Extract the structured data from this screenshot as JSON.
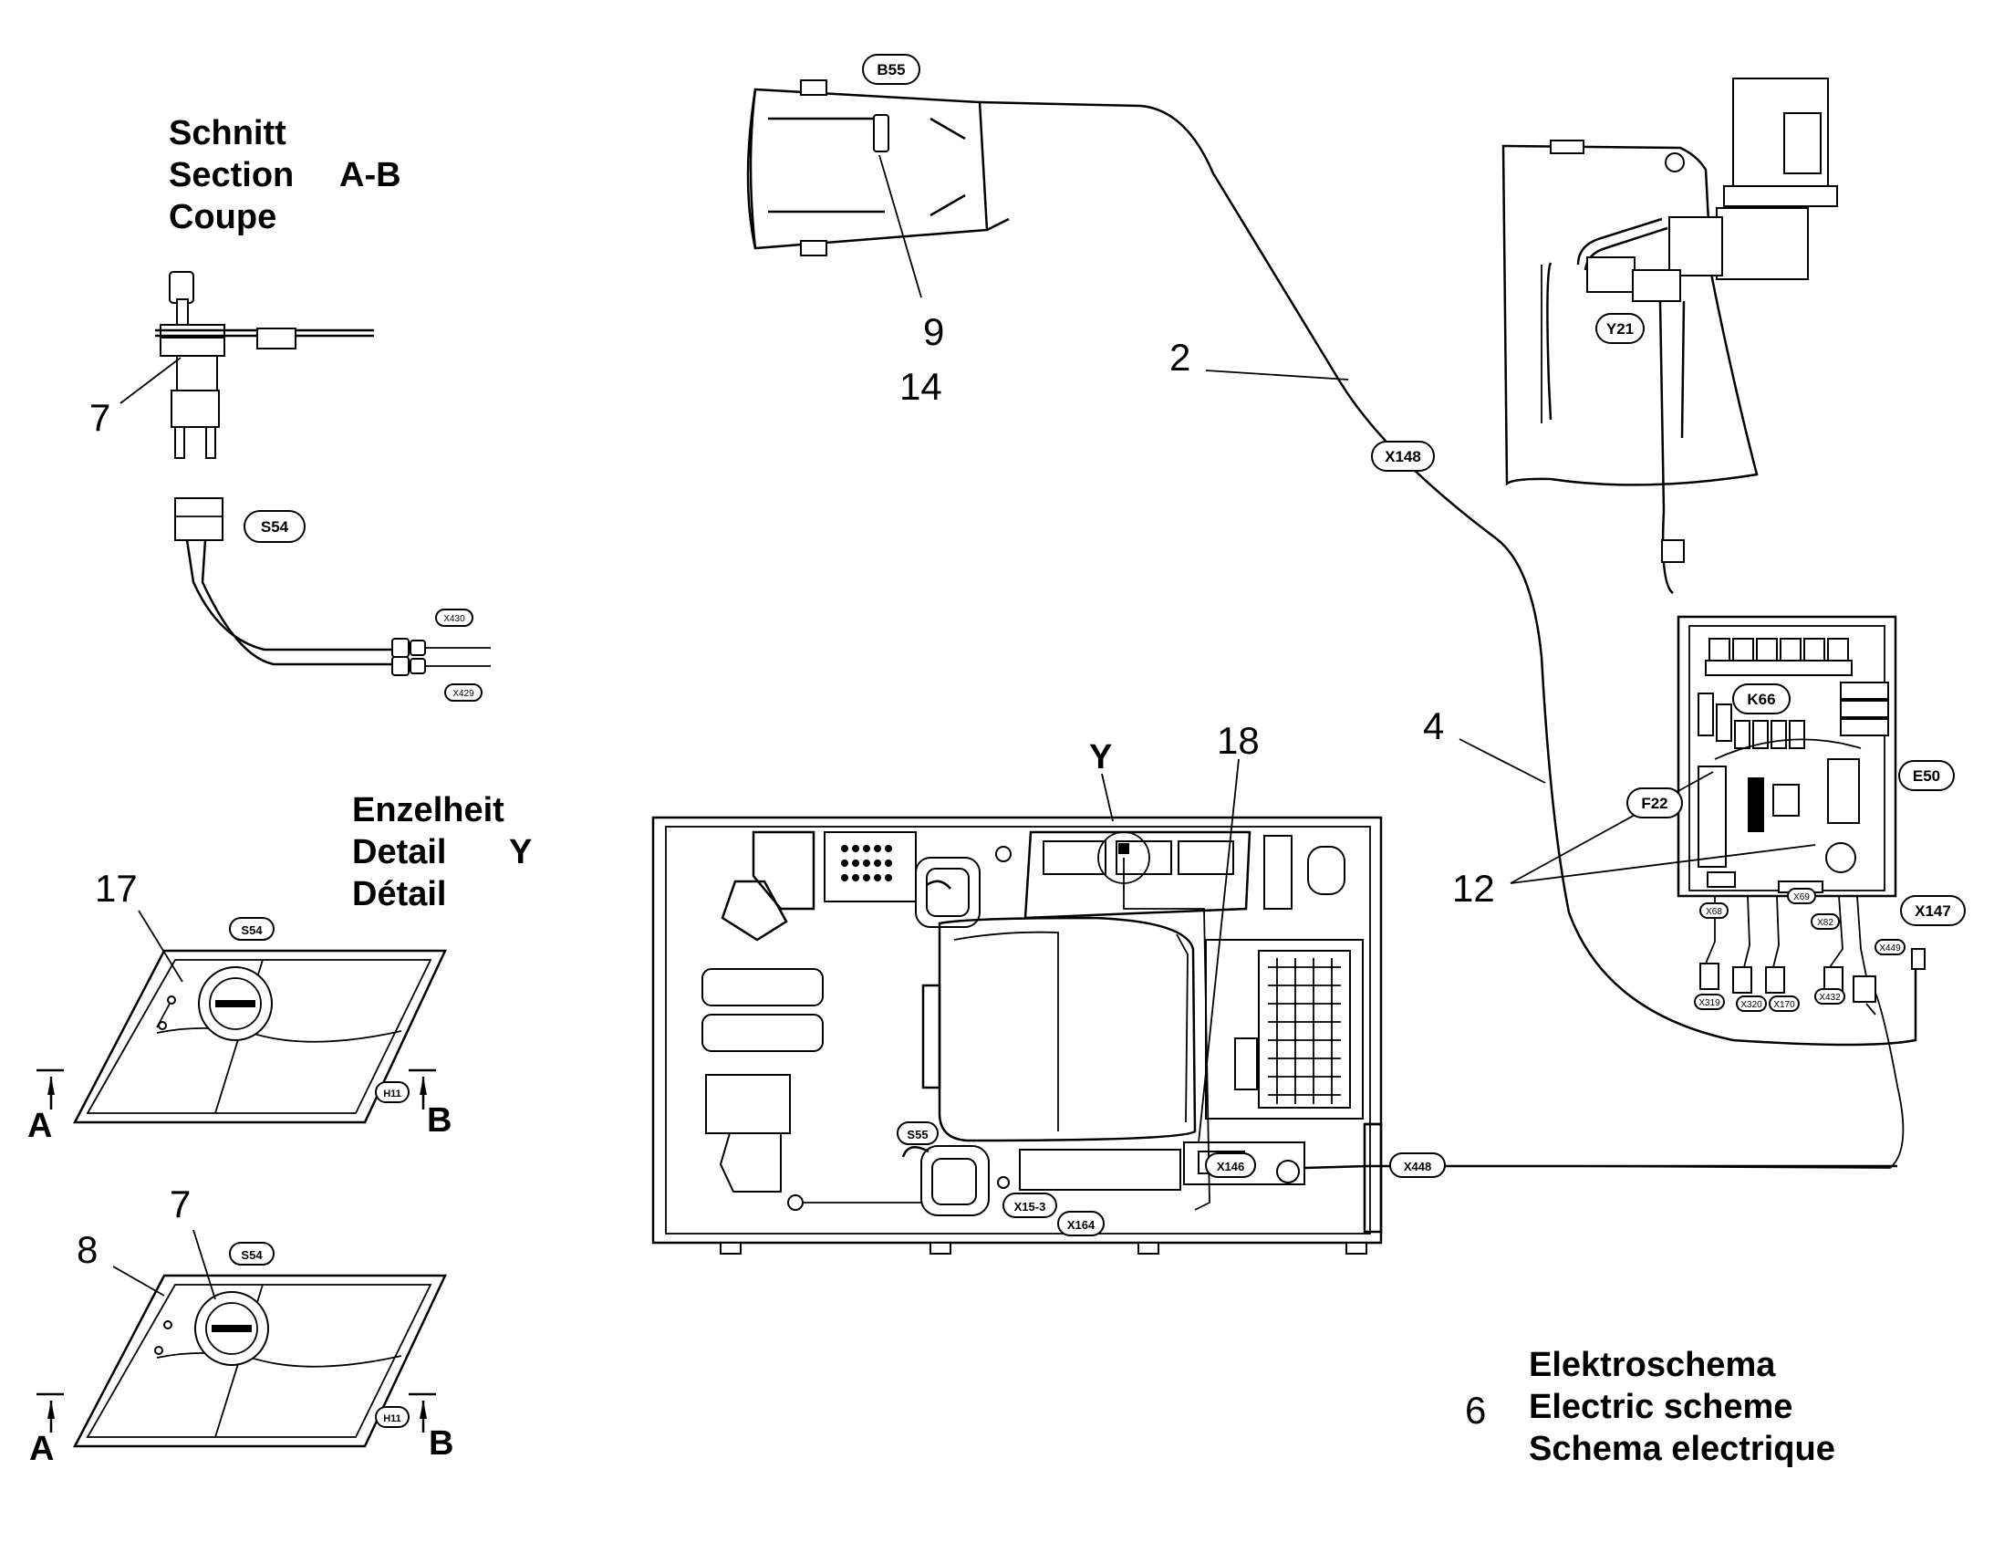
{
  "headings": {
    "section": [
      "Schnitt",
      "Section",
      "A-B",
      "Coupe"
    ],
    "detail": [
      "Enzelheit",
      "Detail",
      "Y",
      "Détail"
    ],
    "electric": [
      "Elektroschema",
      "Electric scheme",
      "Schema electrique"
    ]
  },
  "callouts": [
    "2",
    "4",
    "6",
    "7",
    "7",
    "8",
    "9",
    "12",
    "14",
    "17",
    "18",
    "Y"
  ],
  "section_marks": [
    "A",
    "B",
    "A",
    "B"
  ],
  "tags": {
    "large": [
      "B55",
      "S54",
      "S54",
      "S54",
      "S55",
      "X148",
      "Y21",
      "K66",
      "E50",
      "F22",
      "X147",
      "X448",
      "X146",
      "X15-3",
      "X164",
      "H11",
      "H11"
    ],
    "small": [
      "X430",
      "X429",
      "X68",
      "X69",
      "X82",
      "X449",
      "X319",
      "X320",
      "X170",
      "X432"
    ]
  }
}
